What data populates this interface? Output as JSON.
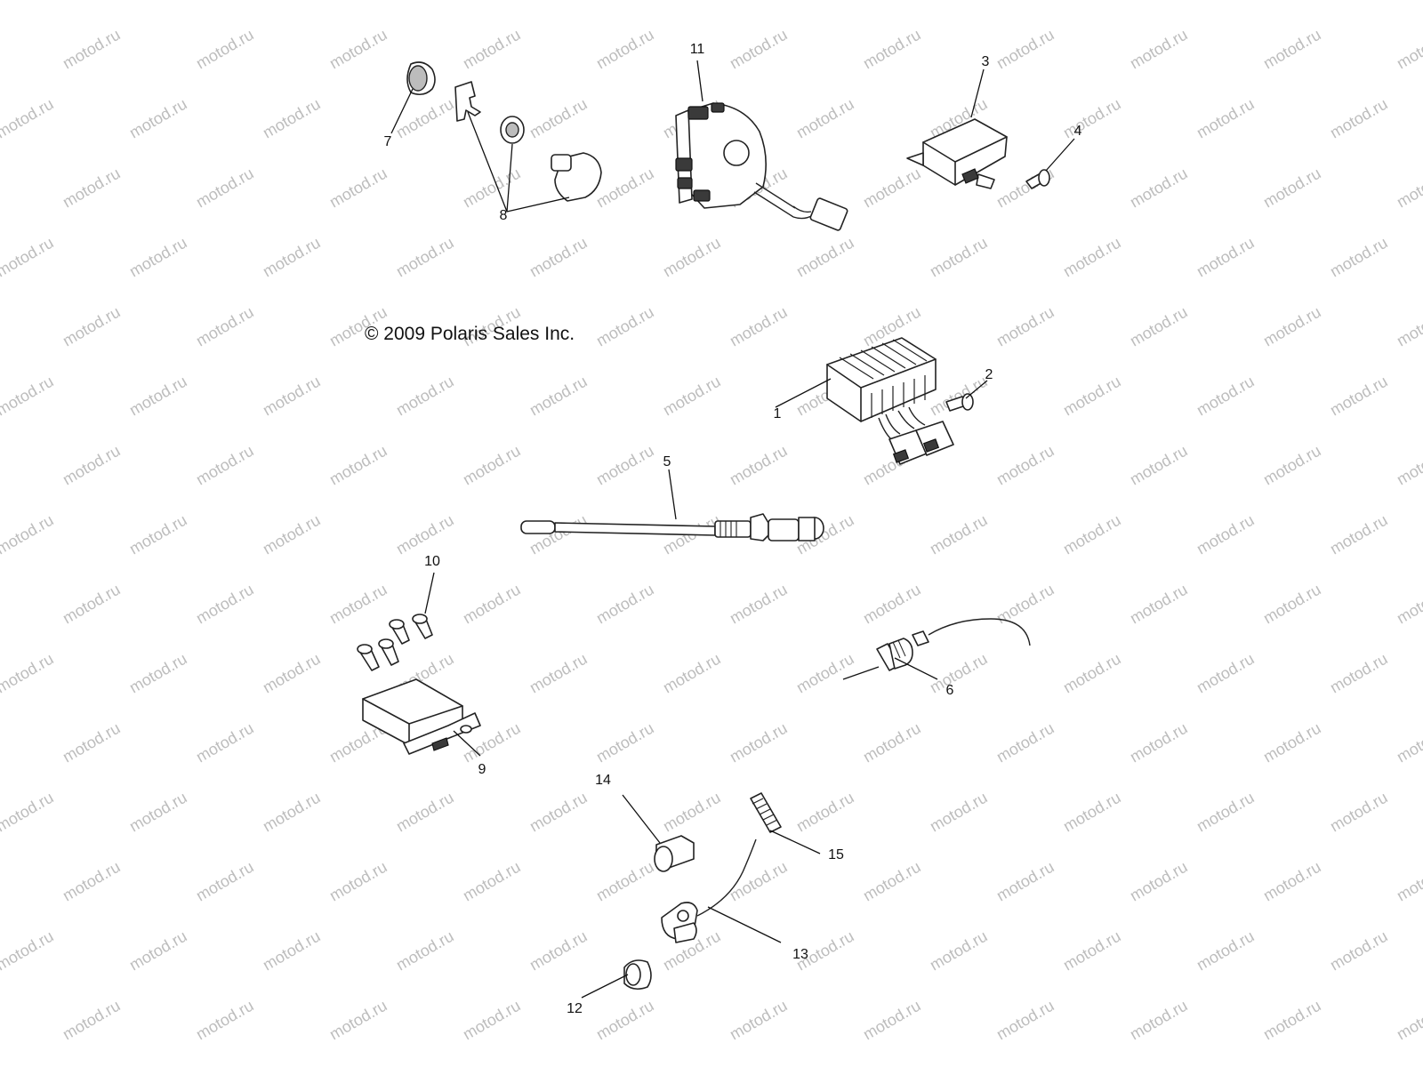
{
  "copyright": "© 2009 Polaris Sales Inc.",
  "watermark": "motod.ru",
  "callouts": [
    "1",
    "2",
    "3",
    "4",
    "5",
    "6",
    "7",
    "8",
    "9",
    "10",
    "11",
    "12",
    "13",
    "14",
    "15"
  ]
}
